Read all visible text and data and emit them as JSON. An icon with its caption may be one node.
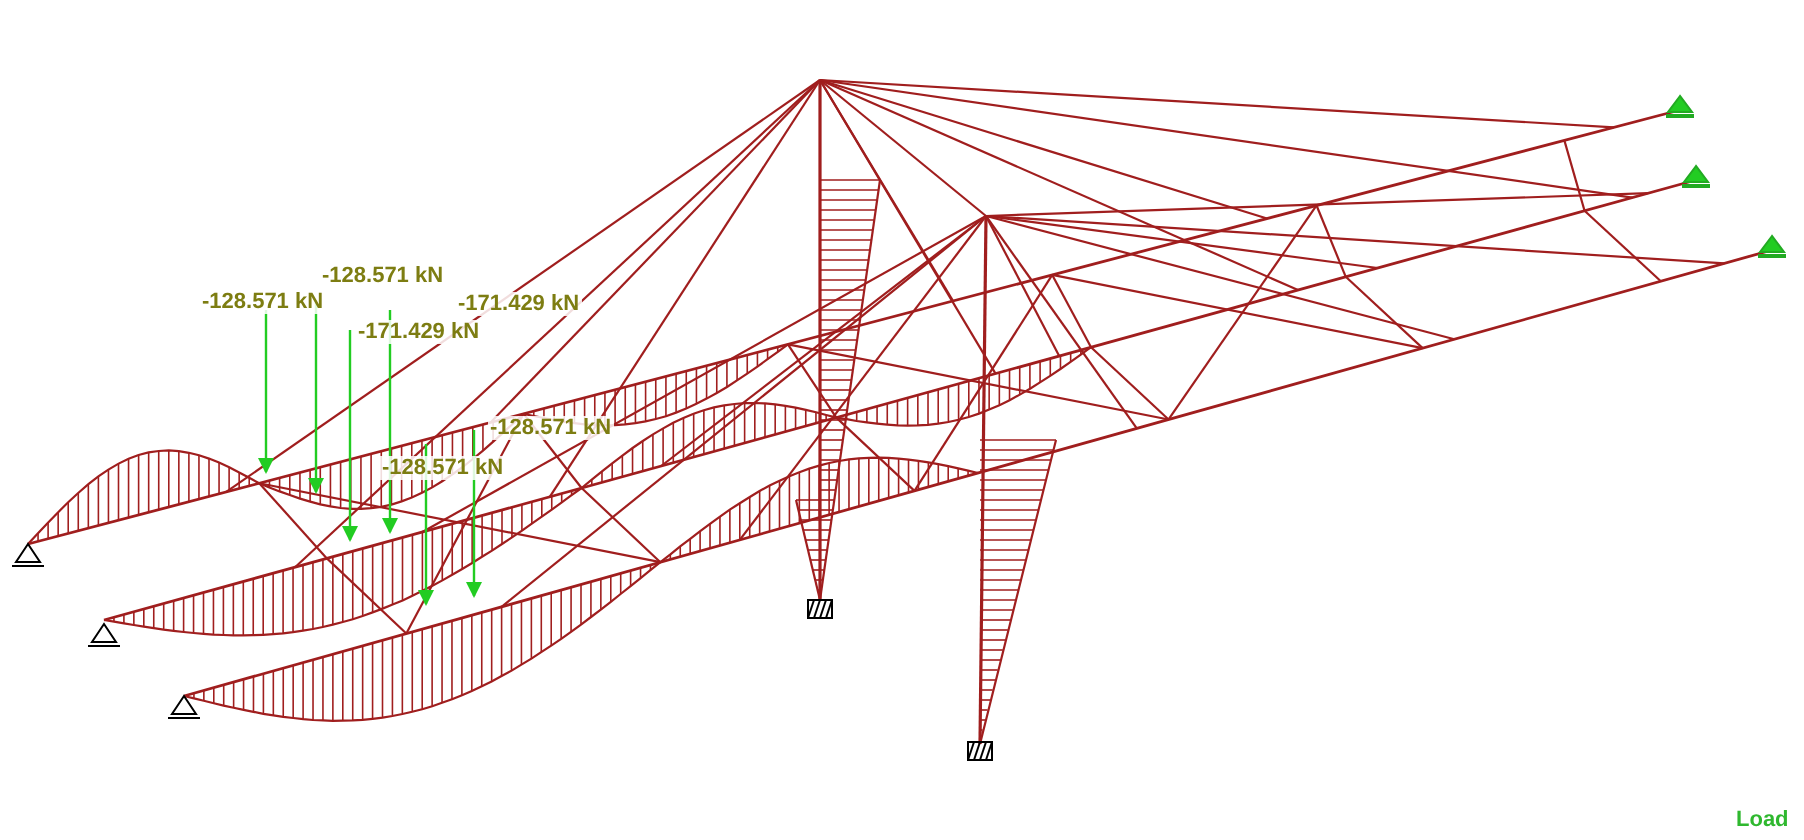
{
  "diagram": {
    "labels": [
      "-128.571 kN",
      "-128.571 kN",
      "-171.429 kN",
      "-171.429 kN",
      "-128.571 kN",
      "-128.571 kN",
      "Load"
    ]
  }
}
